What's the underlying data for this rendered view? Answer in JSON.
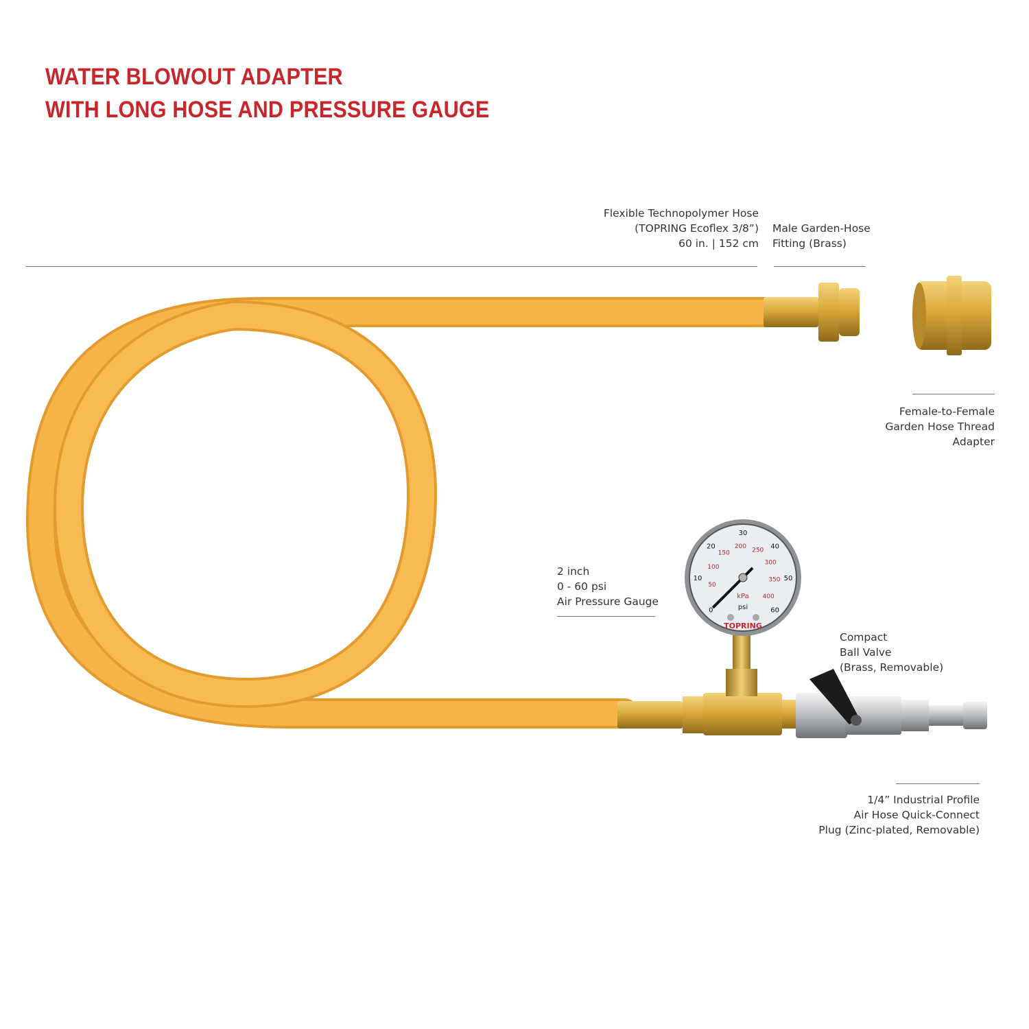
{
  "title": {
    "line1": "WATER BLOWOUT ADAPTER",
    "line2": "WITH LONG HOSE AND PRESSURE GAUGE"
  },
  "colors": {
    "title": "#c8262b",
    "hose": "#f5ae3f",
    "brass": "#d9a93a",
    "text": "#333333"
  },
  "callouts": {
    "hose": {
      "line1": "Flexible Technopolymer Hose",
      "line2": "(TOPRING Ecoflex 3/8”)",
      "line3": "60 in. | 152 cm"
    },
    "male_fitting": {
      "line1": "Male Garden-Hose",
      "line2": "Fitting (Brass)"
    },
    "female_adapter": {
      "line1": "Female-to-Female",
      "line2": "Garden Hose Thread",
      "line3": "Adapter"
    },
    "gauge": {
      "line1": "2 inch",
      "line2": "0 - 60 psi",
      "line3": "Air Pressure Gauge"
    },
    "ball_valve": {
      "line1": "Compact",
      "line2": "Ball Valve",
      "line3": "(Brass, Removable)"
    },
    "plug": {
      "line1": "1/4” Industrial Profile",
      "line2": "Air Hose Quick-Connect",
      "line3": "Plug (Zinc-plated, Removable)"
    }
  },
  "gauge_face": {
    "brand": "TOPRING",
    "psi_unit": "psi",
    "kpa_unit": "kPa",
    "psi_ticks": [
      "0",
      "10",
      "20",
      "30",
      "40",
      "50",
      "60"
    ],
    "kpa_ticks": [
      "50",
      "100",
      "150",
      "200",
      "250",
      "300",
      "350",
      "400"
    ],
    "needle_psi": 0
  }
}
